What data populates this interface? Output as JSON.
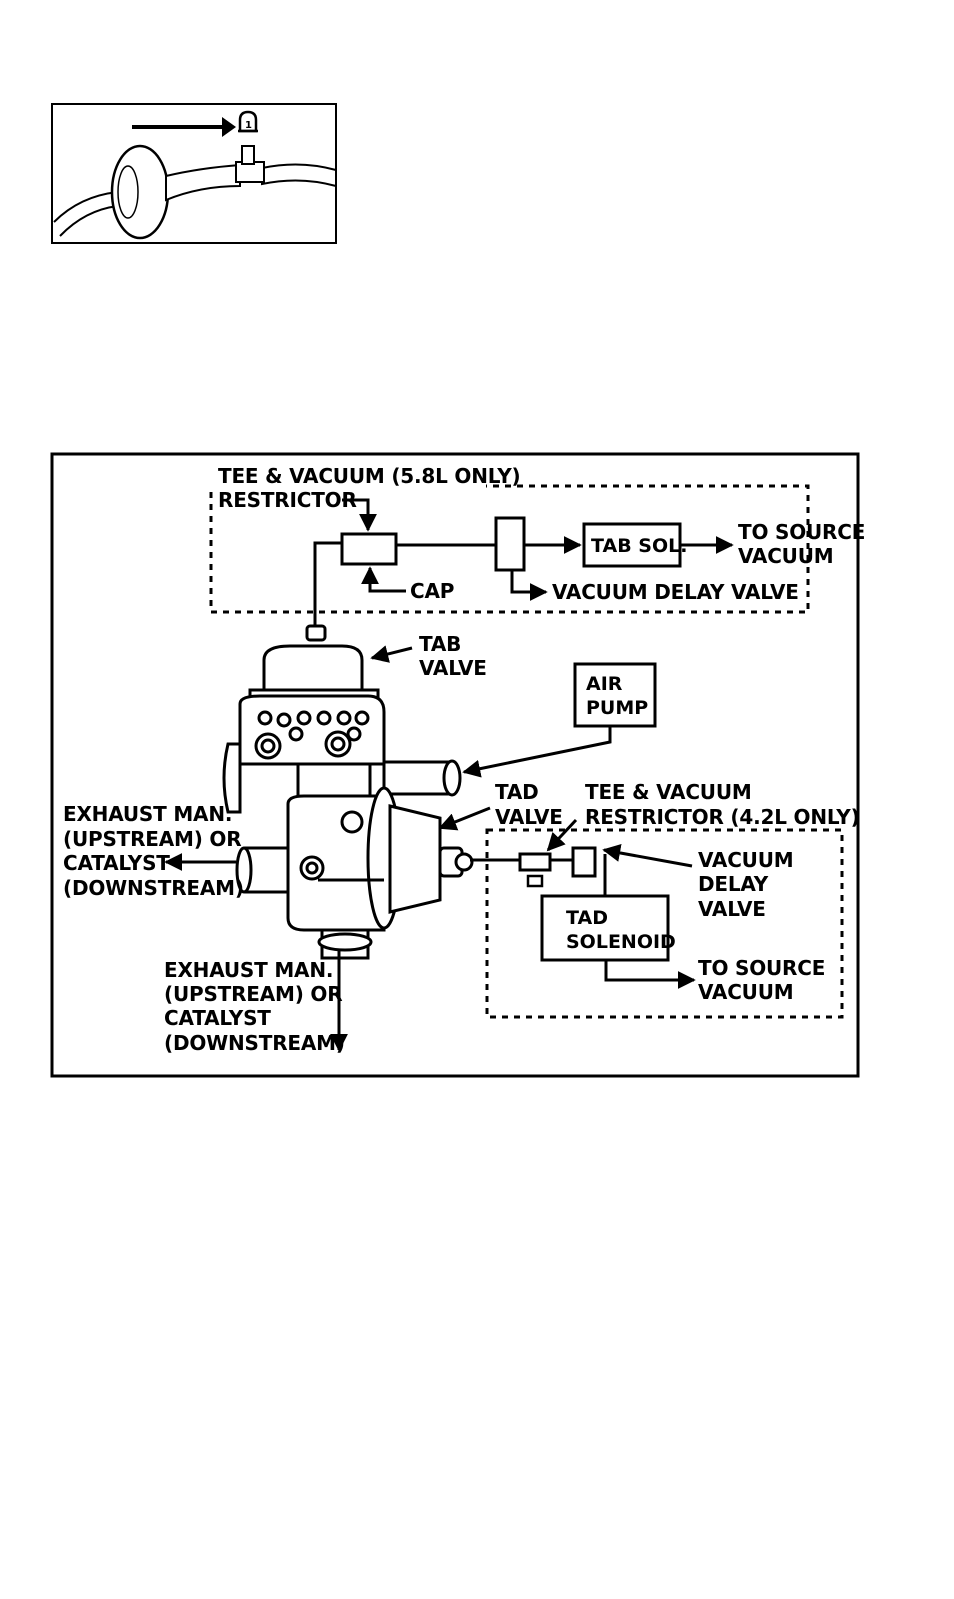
{
  "detail_figure": {
    "part_label": "1"
  },
  "diagram": {
    "labels": {
      "tee_vacuum_58": "TEE & VACUUM (5.8L ONLY)",
      "restrictor_top": "RESTRICTOR",
      "cap": "CAP",
      "tab_sol": "TAB SOL.",
      "to_source_vacuum_top_1": "TO SOURCE",
      "to_source_vacuum_top_2": "VACUUM",
      "vacuum_delay_valve_top": "VACUUM DELAY VALVE",
      "tab_valve_1": "TAB",
      "tab_valve_2": "VALVE",
      "air_pump_1": "AIR",
      "air_pump_2": "PUMP",
      "tad_valve_1": "TAD",
      "tad_valve_2": "VALVE",
      "tee_vacuum_42_1": "TEE & VACUUM",
      "tee_vacuum_42_2": "RESTRICTOR (4.2L ONLY)",
      "vacuum_delay_valve_right_1": "VACUUM",
      "vacuum_delay_valve_right_2": "DELAY",
      "vacuum_delay_valve_right_3": "VALVE",
      "tad_solenoid_1": "TAD",
      "tad_solenoid_2": "SOLENOID",
      "to_source_vacuum_bottom_1": "TO SOURCE",
      "to_source_vacuum_bottom_2": "VACUUM",
      "exhaust_left_1": "EXHAUST MAN.",
      "exhaust_left_2": "(UPSTREAM) OR",
      "exhaust_left_3": "CATALYST",
      "exhaust_left_4": "(DOWNSTREAM)",
      "exhaust_bottom_1": "EXHAUST MAN.",
      "exhaust_bottom_2": "(UPSTREAM) OR",
      "exhaust_bottom_3": "CATALYST",
      "exhaust_bottom_4": "(DOWNSTREAM)"
    }
  }
}
